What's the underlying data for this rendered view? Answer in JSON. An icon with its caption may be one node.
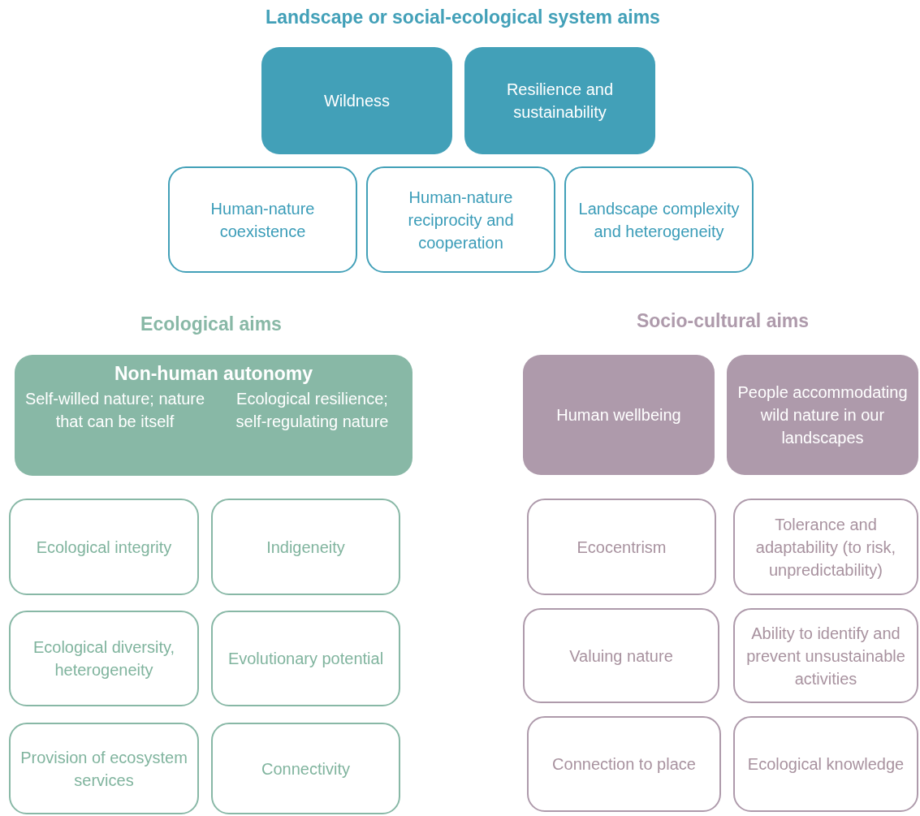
{
  "diagram": {
    "nodes": [
      {
        "text": [
          "Wildness"
        ]
      },
      {
        "text": [
          "Resilience and sustainability"
        ]
      },
      {
        "text": [
          "Human-nature coexistence"
        ]
      },
      {
        "text": [
          "Human-nature reciprocity and cooperation"
        ]
      },
      {
        "text": [
          "Landscape complexity and heterogeneity"
        ]
      },
      {
        "text": [
          "Non-human autonomy",
          "Self-willed nature; nature that can be itself",
          "Ecological resilience; self-regulating nature"
        ]
      },
      {
        "text": [
          "Human wellbeing"
        ]
      },
      {
        "text": [
          "People accommodating wild nature in our landscapes"
        ]
      },
      {
        "text": [
          "Ecological integrity"
        ]
      },
      {
        "text": [
          "Indigeneity"
        ]
      },
      {
        "text": [
          "Ecological diversity, heterogeneity"
        ]
      },
      {
        "text": [
          "Evolutionary potential"
        ]
      },
      {
        "text": [
          "Provision of ecosystem services"
        ]
      },
      {
        "text": [
          "Connectivity"
        ]
      },
      {
        "text": [
          "Ecocentrism"
        ]
      },
      {
        "text": [
          "Tolerance and adaptability (to risk, unpredictability)"
        ]
      },
      {
        "text": [
          "Valuing nature"
        ]
      },
      {
        "text": [
          "Ability to identify and prevent unsustainable activities"
        ]
      },
      {
        "text": [
          "Connection to place"
        ]
      },
      {
        "text": [
          "Ecological knowledge"
        ]
      }
    ],
    "labels": [
      "Landscape or social-ecological system aims",
      "Ecological aims",
      "Socio-cultural aims"
    ]
  }
}
